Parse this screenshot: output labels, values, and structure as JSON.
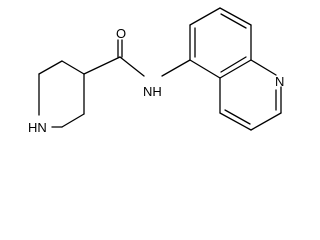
{
  "molecule": {
    "atoms": {
      "carbonyl_oxygen": "O",
      "amide_nitrogen": "NH",
      "piperidine_nitrogen": "HN",
      "quinoline_nitrogen": "N"
    },
    "line_color": "#000000",
    "background": "#ffffff"
  }
}
